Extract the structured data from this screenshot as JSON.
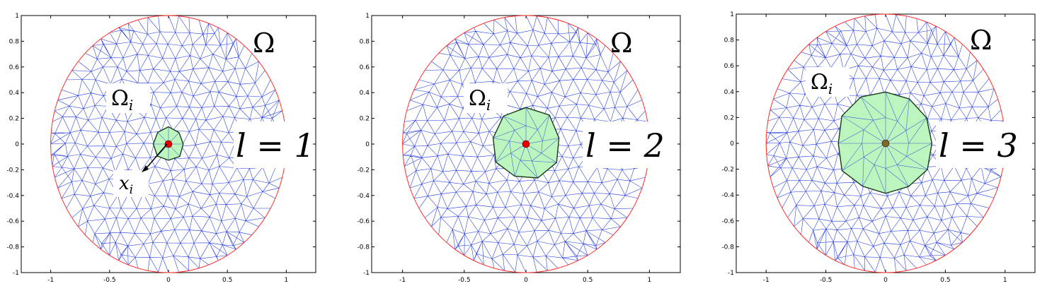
{
  "figure": {
    "panels": [
      {
        "domain_label": "Ω",
        "subdomain_label": "Ω",
        "subdomain_subscript": "i",
        "level_label": "l = 1",
        "point_label": "x",
        "point_subscript": "i",
        "patch_vertices": 8,
        "patch_radius": 0.13,
        "center_color": "#e60000"
      },
      {
        "domain_label": "Ω",
        "subdomain_label": "Ω",
        "subdomain_subscript": "i",
        "level_label": "l = 2",
        "patch_vertices": 9,
        "patch_radius": 0.28,
        "center_color": "#e60000"
      },
      {
        "domain_label": "Ω",
        "subdomain_label": "Ω",
        "subdomain_subscript": "i",
        "level_label": "l = 3",
        "patch_vertices": 12,
        "patch_radius": 0.4,
        "center_color": "#7a6a2a"
      }
    ],
    "axes": {
      "xlim": [
        -1.25,
        1.25
      ],
      "ylim": [
        -1,
        1
      ],
      "xticks": [
        "-1",
        "-0.5",
        "0",
        "0.5",
        "1"
      ],
      "yticks": [
        "1",
        "0.8",
        "0.6",
        "0.4",
        "0.2",
        "0",
        "-0.2",
        "-0.4",
        "-0.6",
        "-0.8",
        "-1"
      ]
    },
    "colors": {
      "mesh": "#1a33dd",
      "boundary": "#ff2a2a",
      "patch_fill": "#bdf5be",
      "patch_edge": "#1a3a1a"
    }
  }
}
